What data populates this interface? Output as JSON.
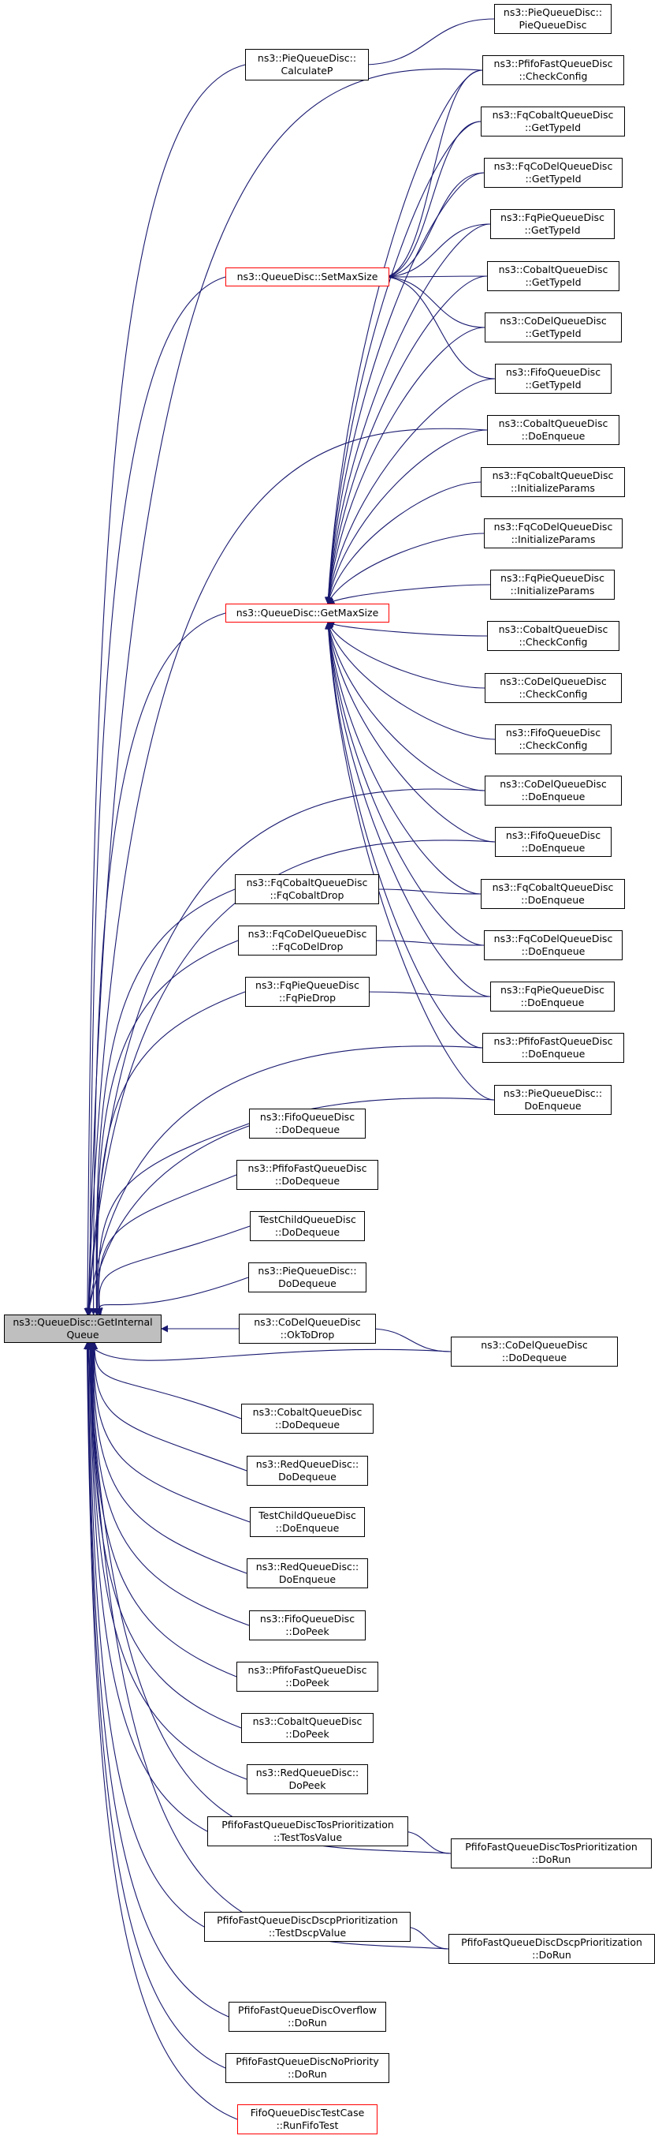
{
  "diagram": {
    "type": "doxygen-caller-graph",
    "colors": {
      "edge": "#191970",
      "node_border": "#000000",
      "highlight_border": "#ff0000",
      "root_fill": "#bfbfbf",
      "background": "#ffffff"
    },
    "nodes": {
      "getinternalqueue": "ns3::QueueDisc::GetInternal\nQueue",
      "calculatep": "ns3::PieQueueDisc::\nCalculateP",
      "setmaxsize": "ns3::QueueDisc::SetMaxSize",
      "getmaxsize": "ns3::QueueDisc::GetMaxSize",
      "fqcobaltdrop": "ns3::FqCobaltQueueDisc\n::FqCobaltDrop",
      "fqcodeldrop": "ns3::FqCoDelQueueDisc\n::FqCoDelDrop",
      "fqpiedrop": "ns3::FqPieQueueDisc\n::FqPieDrop",
      "fifo_dodequeue": "ns3::FifoQueueDisc\n::DoDequeue",
      "pfifo_dodequeue": "ns3::PfifoFastQueueDisc\n::DoDequeue",
      "testchild_dodequeue": "TestChildQueueDisc\n::DoDequeue",
      "pie_dodequeue": "ns3::PieQueueDisc::\nDoDequeue",
      "codel_oktodrop": "ns3::CoDelQueueDisc\n::OkToDrop",
      "cobalt_dodequeue": "ns3::CobaltQueueDisc\n::DoDequeue",
      "red_dodequeue": "ns3::RedQueueDisc::\nDoDequeue",
      "testchild_doenqueue": "TestChildQueueDisc\n::DoEnqueue",
      "red_doenqueue": "ns3::RedQueueDisc::\nDoEnqueue",
      "fifo_dopeek": "ns3::FifoQueueDisc\n::DoPeek",
      "pfifo_dopeek": "ns3::PfifoFastQueueDisc\n::DoPeek",
      "cobalt_dopeek": "ns3::CobaltQueueDisc\n::DoPeek",
      "red_dopeek": "ns3::RedQueueDisc::\nDoPeek",
      "tos_testtosvalue": "PfifoFastQueueDiscTosPrioritization\n::TestTosValue",
      "dscp_testdscpvalue": "PfifoFastQueueDiscDscpPrioritization\n::TestDscpValue",
      "overflow_dorun": "PfifoFastQueueDiscOverflow\n::DoRun",
      "nopriority_dorun": "PfifoFastQueueDiscNoPriority\n::DoRun",
      "fifotestcase_runfifotest": "FifoQueueDiscTestCase\n::RunFifoTest",
      "pie_pqd": "ns3::PieQueueDisc::\nPieQueueDisc",
      "pfifo_checkconfig": "ns3::PfifoFastQueueDisc\n::CheckConfig",
      "fqcobalt_gettypeid": "ns3::FqCobaltQueueDisc\n::GetTypeId",
      "fqcodel_gettypeid": "ns3::FqCoDelQueueDisc\n::GetTypeId",
      "fqpie_gettypeid": "ns3::FqPieQueueDisc\n::GetTypeId",
      "cobalt_gettypeid": "ns3::CobaltQueueDisc\n::GetTypeId",
      "codel_gettypeid": "ns3::CoDelQueueDisc\n::GetTypeId",
      "fifo_gettypeid": "ns3::FifoQueueDisc\n::GetTypeId",
      "cobalt_doenqueue": "ns3::CobaltQueueDisc\n::DoEnqueue",
      "fqcobalt_initializeparams": "ns3::FqCobaltQueueDisc\n::InitializeParams",
      "fqcodel_initializeparams": "ns3::FqCoDelQueueDisc\n::InitializeParams",
      "fqpie_initializeparams": "ns3::FqPieQueueDisc\n::InitializeParams",
      "cobalt_checkconfig": "ns3::CobaltQueueDisc\n::CheckConfig",
      "codel_checkconfig": "ns3::CoDelQueueDisc\n::CheckConfig",
      "fifo_checkconfig": "ns3::FifoQueueDisc\n::CheckConfig",
      "codel_doenqueue": "ns3::CoDelQueueDisc\n::DoEnqueue",
      "fifo_doenqueue": "ns3::FifoQueueDisc\n::DoEnqueue",
      "fqcobalt_doenqueue": "ns3::FqCobaltQueueDisc\n::DoEnqueue",
      "fqcodel_doenqueue": "ns3::FqCoDelQueueDisc\n::DoEnqueue",
      "fqpie_doenqueue": "ns3::FqPieQueueDisc\n::DoEnqueue",
      "pfifo_doenqueue": "ns3::PfifoFastQueueDisc\n::DoEnqueue",
      "pie_doenqueue": "ns3::PieQueueDisc::\nDoEnqueue",
      "codel_dodequeue": "ns3::CoDelQueueDisc\n::DoDequeue",
      "tos_dorun": "PfifoFastQueueDiscTosPrioritization\n::DoRun",
      "dscp_dorun": "PfifoFastQueueDiscDscpPrioritization\n::DoRun"
    }
  }
}
